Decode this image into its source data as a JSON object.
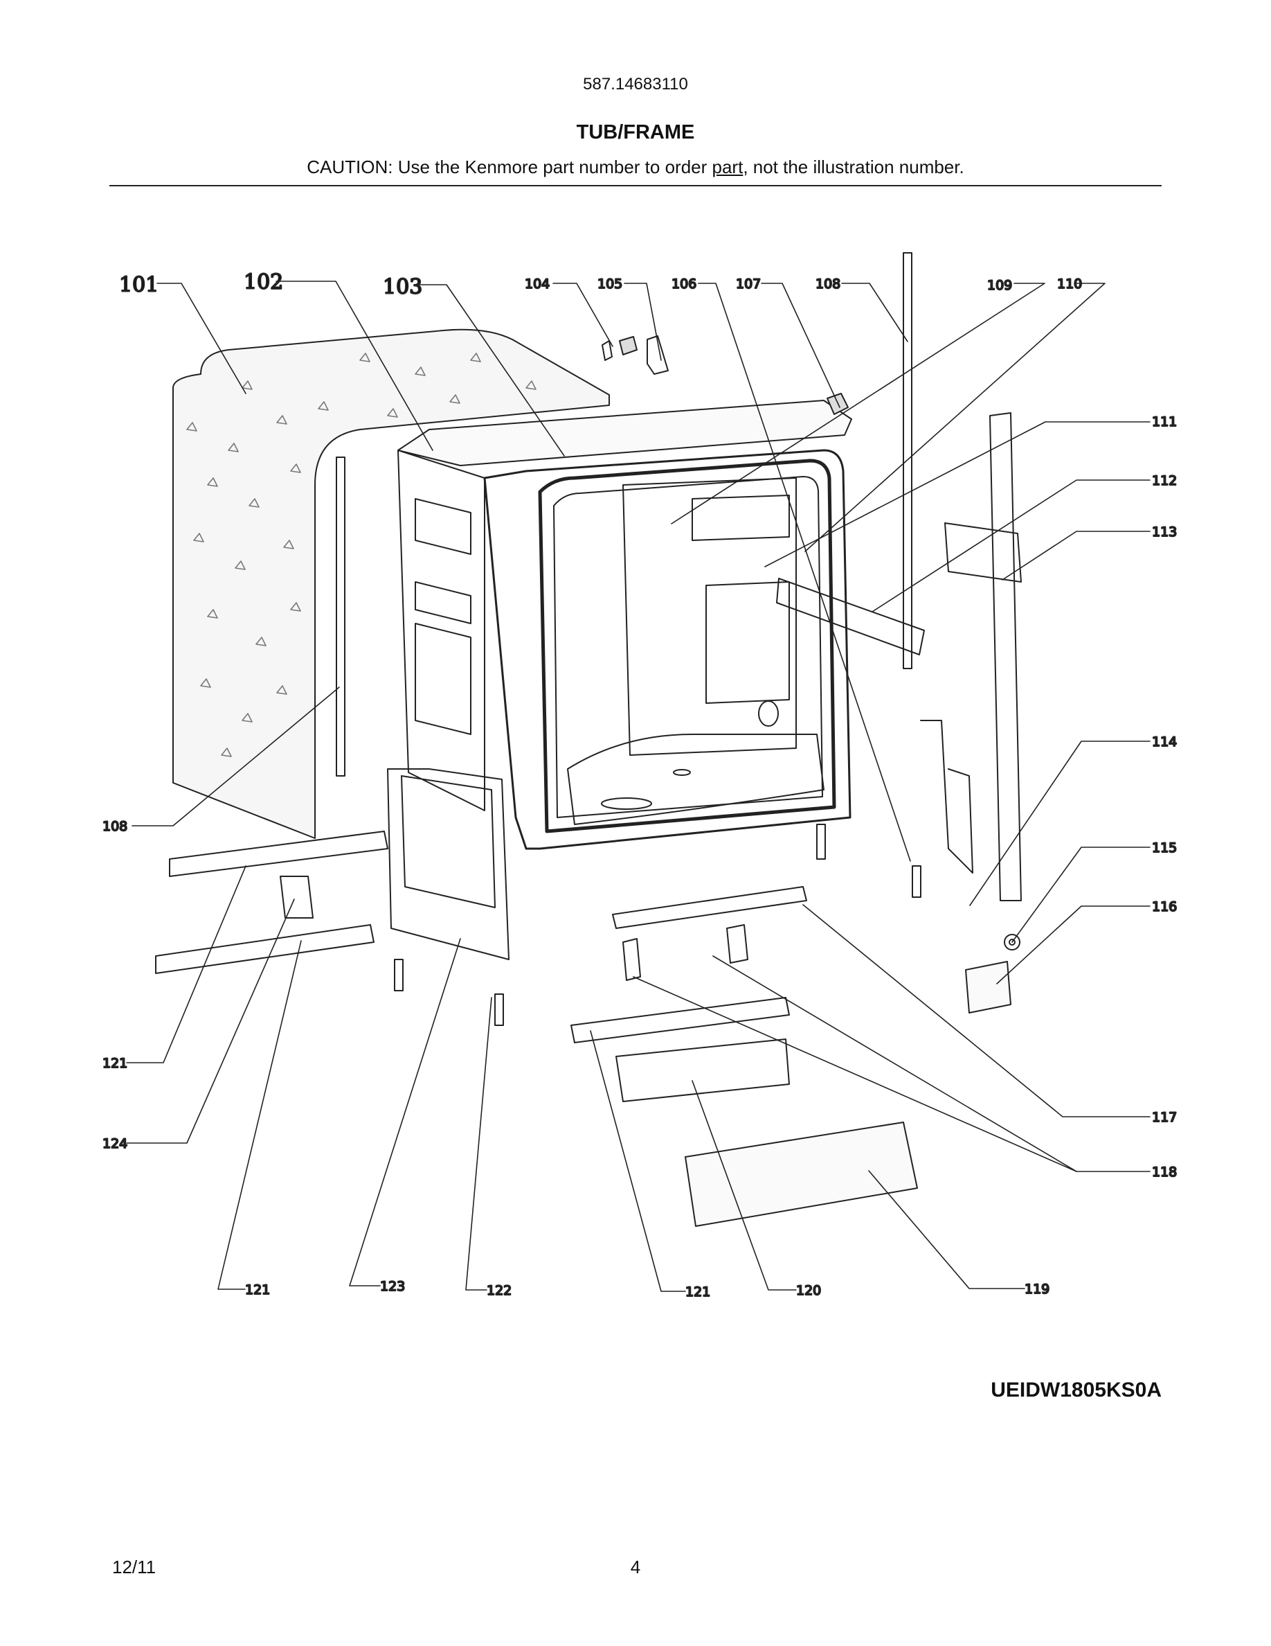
{
  "header": {
    "model_number": "587.14683110",
    "section_title": "TUB/FRAME",
    "caution_prefix": "CAUTION: Use the Kenmore part number to order ",
    "caution_underlined": "part",
    "caution_suffix": ", not the illustration number."
  },
  "callouts": {
    "c101": "101",
    "c102": "102",
    "c103": "103",
    "c104": "104",
    "c105": "105",
    "c106": "106",
    "c107": "107",
    "c108a": "108",
    "c109": "109",
    "c110": "110",
    "c111": "111",
    "c112": "112",
    "c113": "113",
    "c114": "114",
    "c115": "115",
    "c116": "116",
    "c117": "117",
    "c118": "118",
    "c108b": "108",
    "c121a": "121",
    "c124": "124",
    "c121b": "121",
    "c123": "123",
    "c122": "122",
    "c121c": "121",
    "c120": "120",
    "c119": "119"
  },
  "footer": {
    "model_code": "UEIDW1805KS0A",
    "date": "12/11",
    "page": "4"
  }
}
